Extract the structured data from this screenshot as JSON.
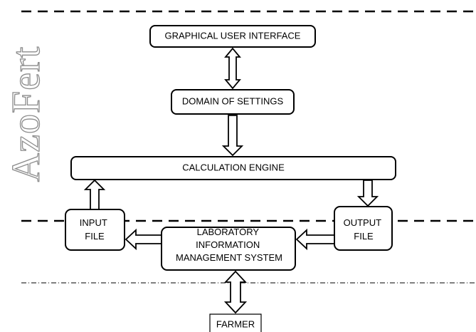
{
  "logo": {
    "text": "AzoFert"
  },
  "nodes": {
    "gui": "GRAPHICAL USER INTERFACE",
    "settings": "DOMAIN OF SETTINGS",
    "engine": "CALCULATION ENGINE",
    "input_file": [
      "INPUT",
      "FILE"
    ],
    "output_file": [
      "OUTPUT",
      "FILE"
    ],
    "lims": [
      "LABORATORY",
      "INFORMATION",
      "MANAGEMENT SYSTEM"
    ],
    "farmer": "FARMER"
  },
  "colors": {
    "stroke": "#000000",
    "logo_fill": "#ffffff",
    "logo_stroke": "#8c8c8c"
  }
}
